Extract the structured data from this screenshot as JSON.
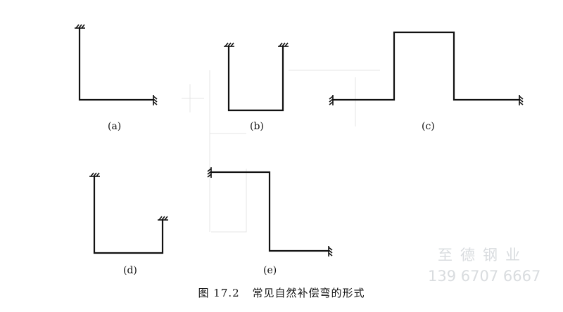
{
  "labels": {
    "a": "(a)",
    "b": "(b)",
    "c": "(c)",
    "d": "(d)",
    "e": "(e)"
  },
  "caption": {
    "number": "图 17.2",
    "title": "常见自然补偿弯的形式"
  },
  "watermark": {
    "name": "至德钢业",
    "phone": "139 6707 6667"
  },
  "colors": {
    "line": "#111111",
    "watermark": "#d9dcdf"
  }
}
